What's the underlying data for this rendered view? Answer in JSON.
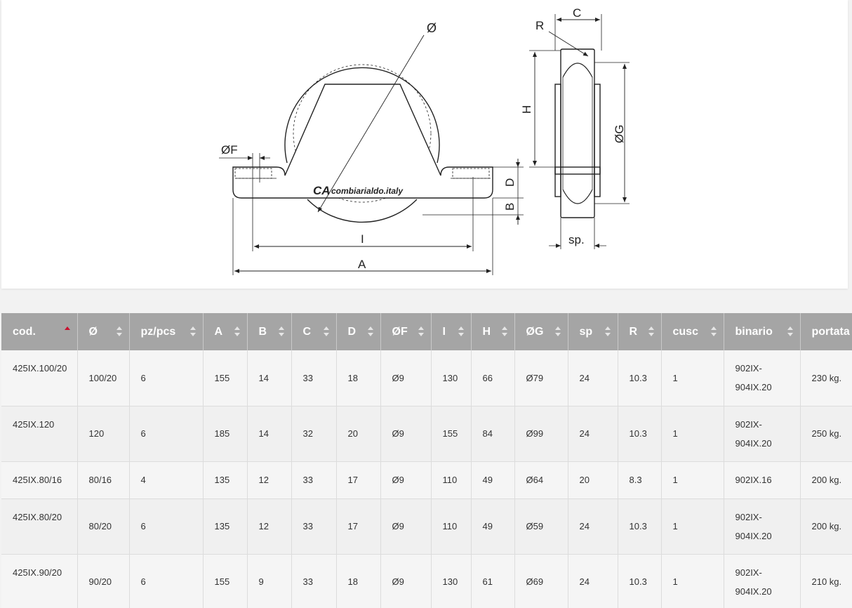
{
  "drawing": {
    "logo_mark": "CA",
    "logo_text": "combiarialdo.italy",
    "labels": {
      "phi": "Ø",
      "phiF": "ØF",
      "D": "D",
      "B": "B",
      "I": "I",
      "A": "A",
      "C": "C",
      "R": "R",
      "H": "H",
      "phiG": "ØG",
      "sp": "sp."
    },
    "line_color": "#222222"
  },
  "table": {
    "sorted_column": "cod.",
    "headers": [
      "cod.",
      "Ø",
      "pz/pcs",
      "A",
      "B",
      "C",
      "D",
      "ØF",
      "I",
      "H",
      "ØG",
      "sp",
      "R",
      "cusc",
      "binario",
      "portata"
    ],
    "rows": [
      {
        "cod": "425IX.100/20",
        "d": "100/20",
        "pz": "6",
        "a": "155",
        "b": "14",
        "c": "33",
        "dd": "18",
        "f": "Ø9",
        "i": "130",
        "h": "66",
        "g": "Ø79",
        "sp": "24",
        "r": "10.3",
        "cusc": "1",
        "bin1": "902IX-",
        "bin2": "904IX.20",
        "portata": "230 kg."
      },
      {
        "cod": "425IX.120",
        "d": "120",
        "pz": "6",
        "a": "185",
        "b": "14",
        "c": "32",
        "dd": "20",
        "f": "Ø9",
        "i": "155",
        "h": "84",
        "g": "Ø99",
        "sp": "24",
        "r": "10.3",
        "cusc": "1",
        "bin1": "902IX-",
        "bin2": "904IX.20",
        "portata": "250 kg."
      },
      {
        "cod": "425IX.80/16",
        "d": "80/16",
        "pz": "4",
        "a": "135",
        "b": "12",
        "c": "33",
        "dd": "17",
        "f": "Ø9",
        "i": "110",
        "h": "49",
        "g": "Ø64",
        "sp": "20",
        "r": "8.3",
        "cusc": "1",
        "bin1": "902IX.16",
        "bin2": "",
        "portata": "200 kg."
      },
      {
        "cod": "425IX.80/20",
        "d": "80/20",
        "pz": "6",
        "a": "135",
        "b": "12",
        "c": "33",
        "dd": "17",
        "f": "Ø9",
        "i": "110",
        "h": "49",
        "g": "Ø59",
        "sp": "24",
        "r": "10.3",
        "cusc": "1",
        "bin1": "902IX-",
        "bin2": "904IX.20",
        "portata": "200 kg."
      },
      {
        "cod": "425IX.90/20",
        "d": "90/20",
        "pz": "6",
        "a": "155",
        "b": "9",
        "c": "33",
        "dd": "18",
        "f": "Ø9",
        "i": "130",
        "h": "61",
        "g": "Ø69",
        "sp": "24",
        "r": "10.3",
        "cusc": "1",
        "bin1": "902IX-",
        "bin2": "904IX.20",
        "portata": "210 kg."
      }
    ]
  }
}
